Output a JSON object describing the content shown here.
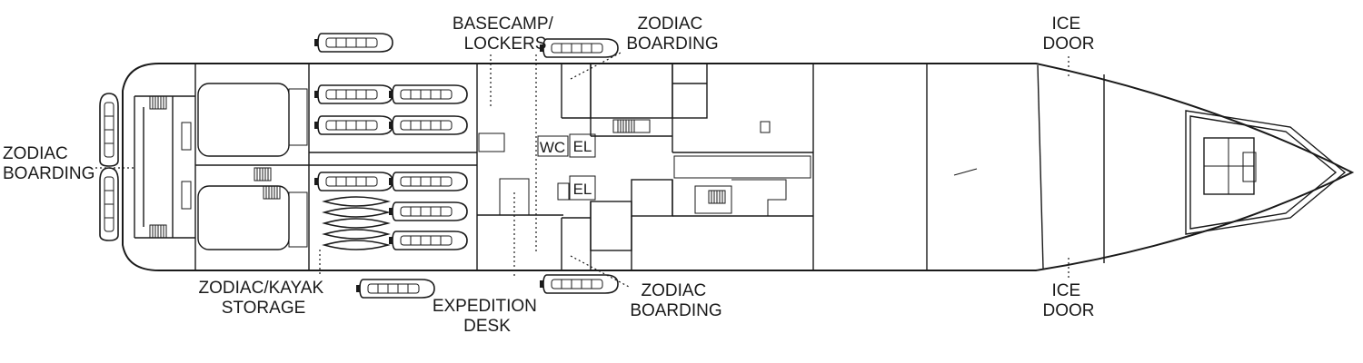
{
  "labels": {
    "zodiac_boarding_left": [
      "ZODIAC",
      "BOARDING"
    ],
    "zodiac_kayak_storage": [
      "ZODIAC/KAYAK",
      "STORAGE"
    ],
    "basecamp_lockers": [
      "BASECAMP/",
      "LOCKERS"
    ],
    "zodiac_boarding_top": [
      "ZODIAC",
      "BOARDING"
    ],
    "expedition_desk": [
      "EXPEDITION",
      "DESK"
    ],
    "zodiac_boarding_bottom": [
      "ZODIAC",
      "BOARDING"
    ],
    "ice_door_top": [
      "ICE",
      "DOOR"
    ],
    "ice_door_bottom": [
      "ICE",
      "DOOR"
    ]
  },
  "room_labels": {
    "wc": "WC",
    "el_upper": "EL",
    "el_lower": "EL"
  },
  "icons": {
    "zodiac_boat": "zodiac-boat-icon",
    "kayak": "kayak-icon",
    "stairs": "stairs-icon"
  },
  "colors": {
    "line": "#1a1a1a",
    "background": "#ffffff"
  }
}
